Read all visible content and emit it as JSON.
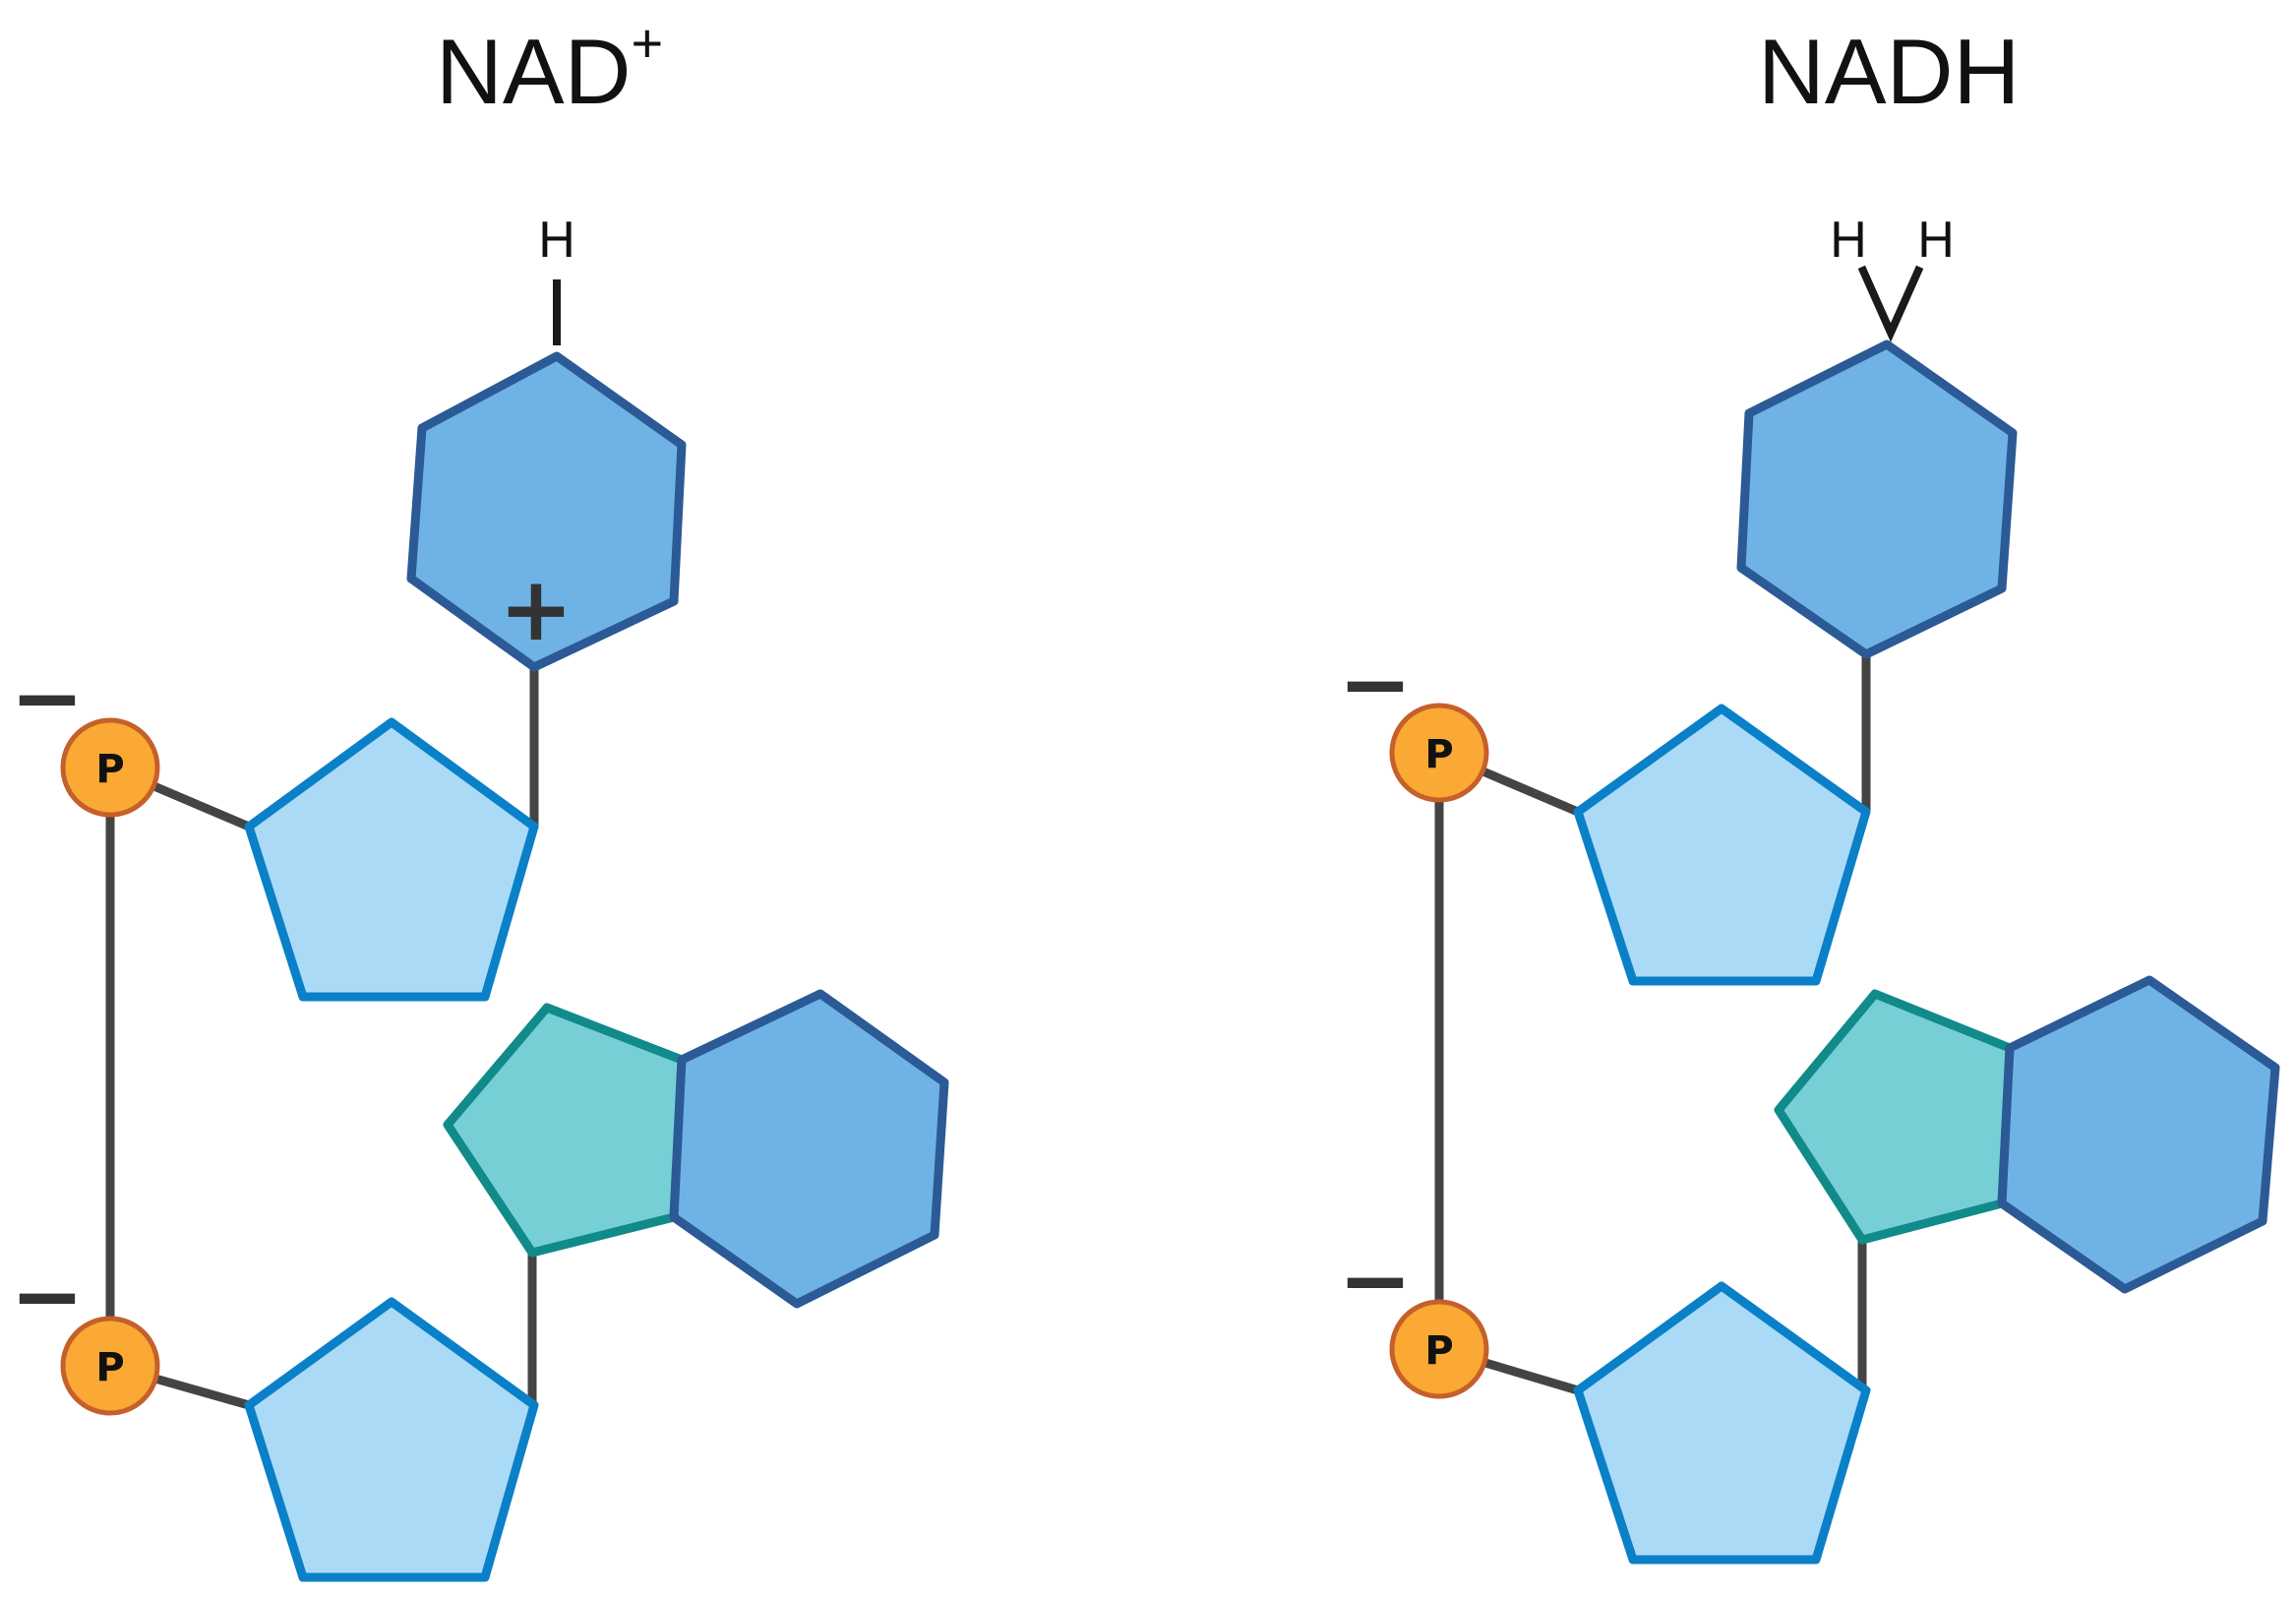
{
  "molecules": [
    {
      "id": "nad",
      "title": "NAD",
      "title_sup": "+",
      "top_atoms": [
        "H"
      ],
      "ring_charge": "+",
      "phosphate_label": "P",
      "phosphate_charge": "−"
    },
    {
      "id": "nadh",
      "title": "NADH",
      "title_sup": "",
      "top_atoms": [
        "H",
        "H"
      ],
      "ring_charge": "",
      "phosphate_label": "P",
      "phosphate_charge": "−"
    }
  ],
  "colors": {
    "hexagon_fill": "#6fb3e6",
    "hexagon_stroke": "#2b5a96",
    "ribose_fill": "#abdaf6",
    "ribose_stroke": "#0a80c8",
    "imidazole_fill": "#77cfd6",
    "imidazole_stroke": "#118a8a",
    "phosphate_fill": "#f9a934",
    "phosphate_stroke": "#c5602a",
    "bond": "#444444"
  }
}
